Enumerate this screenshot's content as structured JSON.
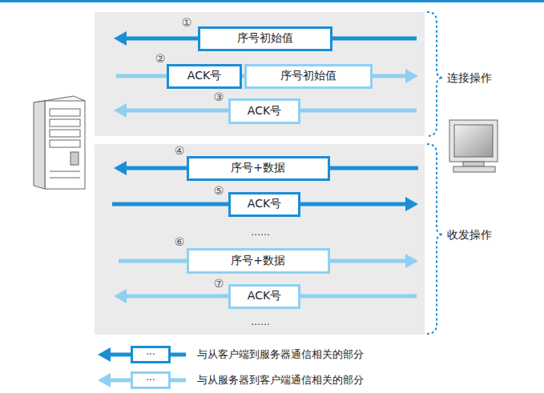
{
  "diagram": {
    "nodes": [
      {
        "text": [
          "序号初始值"
        ]
      },
      {
        "text": [
          "ACK号"
        ]
      },
      {
        "text": [
          "序号初始值"
        ]
      },
      {
        "text": [
          "ACK号"
        ]
      },
      {
        "text": [
          "序号+数据"
        ]
      },
      {
        "text": [
          "ACK号"
        ]
      },
      {
        "text": [
          "序号+数据"
        ]
      },
      {
        "text": [
          "ACK号"
        ]
      }
    ],
    "labels": [
      "①",
      "②",
      "③",
      "④",
      "⑤",
      "⑥",
      "⑦",
      "……",
      "……",
      "连接操作",
      "收发操作",
      "···",
      "···"
    ],
    "legend": [
      {
        "text": "与从客户端到服务器通信相关的部分"
      },
      {
        "text": "与从服务器到客户端通信相关的部分"
      }
    ]
  }
}
